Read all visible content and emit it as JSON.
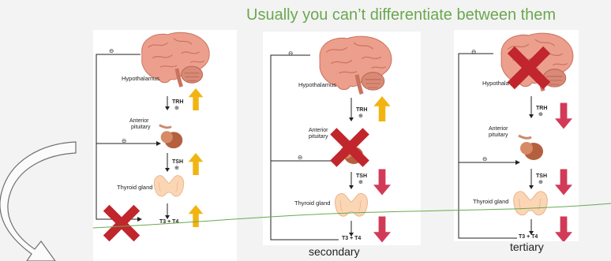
{
  "heading": "Usually you can’t differentiate between them",
  "labels": {
    "hypothalamus": "Hypothalamus",
    "hypothalamus_cut": "Hypothala",
    "anterior": "Anterior",
    "pituitary": "pituitary",
    "trh": "TRH",
    "tsh": "TSH",
    "thyroid_gland": "Thyroid gland",
    "t3t4": "T3 + T4",
    "minus": "⊖",
    "plus": "⊕"
  },
  "captions": {
    "secondary": "secondary",
    "tertiary": "tertiary"
  },
  "colors": {
    "heading": "#6aa84f",
    "up_arrow": "#f1b411",
    "down_arrow": "#d23b58",
    "cross": "#c0262c",
    "brain": "#e89b8a",
    "pituitary": "#b65e42",
    "thyroid": "#fad4b2"
  },
  "icons": [
    "brain-icon",
    "pituitary-icon",
    "thyroid-icon",
    "up-arrow-icon",
    "down-arrow-icon",
    "red-x-icon",
    "curved-arrow-icon"
  ]
}
